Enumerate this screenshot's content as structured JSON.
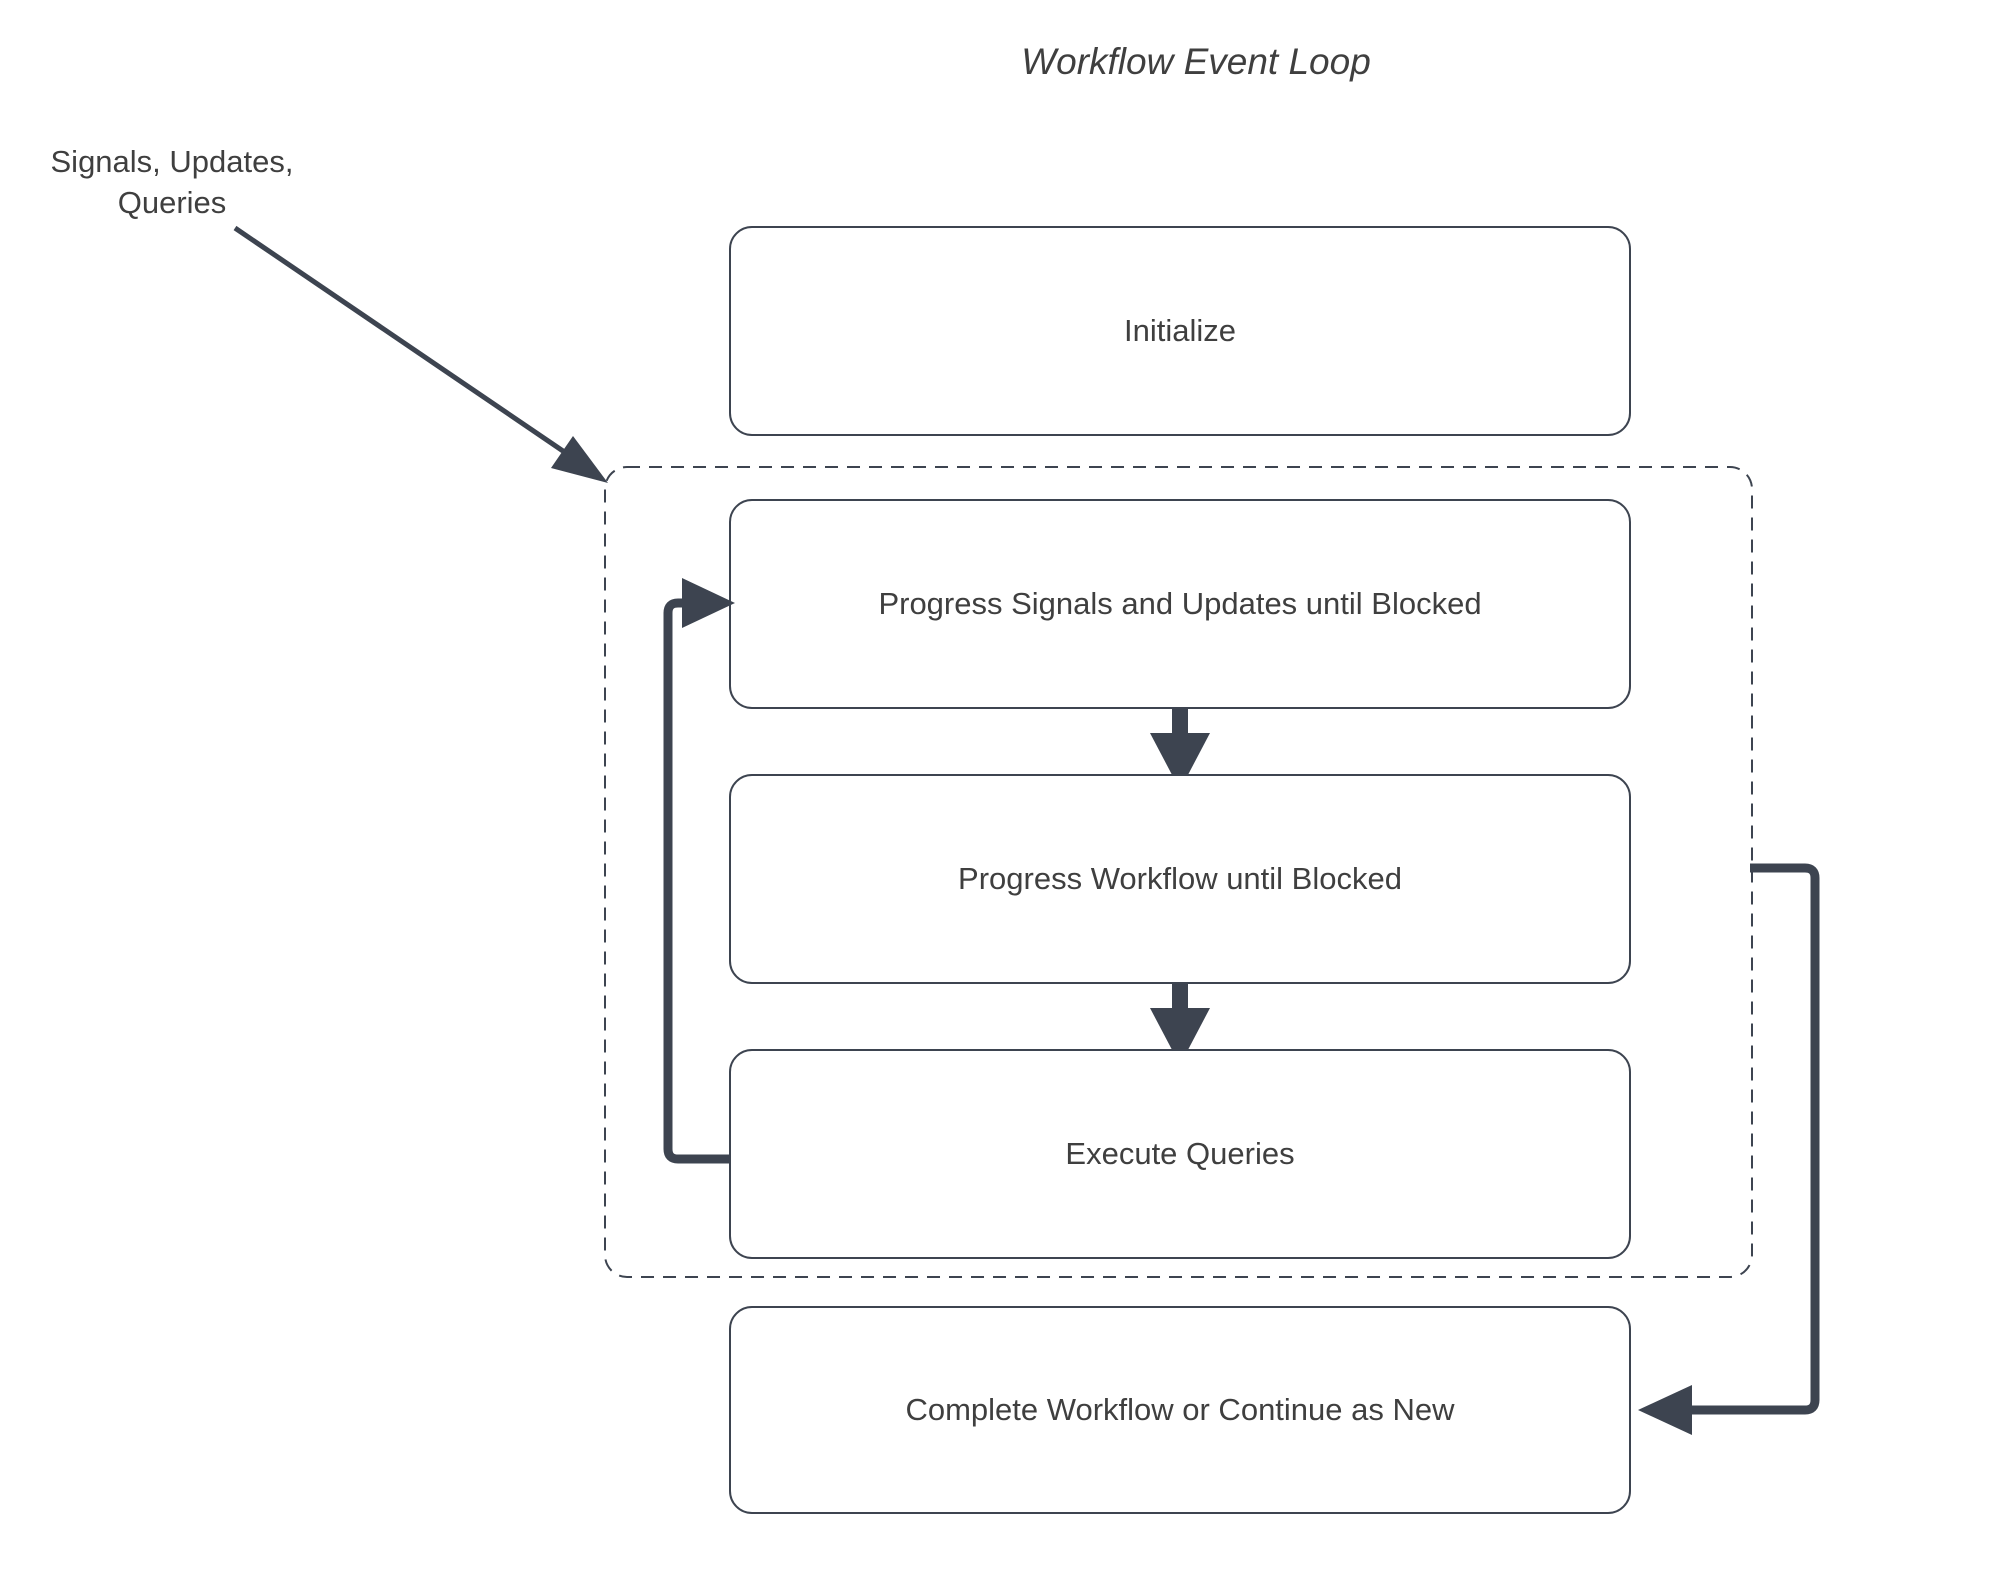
{
  "diagram": {
    "title": "Workflow Event Loop",
    "type": "flowchart",
    "background": "#ffffff",
    "stroke_color": "#3d4450",
    "text_color": "#3f3f3f",
    "external_input": {
      "label_line_1": "Signals, Updates,",
      "label_line_2": "Queries",
      "target": "event-loop-group"
    },
    "nodes": [
      {
        "id": "initialize",
        "label": "Initialize"
      },
      {
        "id": "progress-signals",
        "label": "Progress Signals and Updates until Blocked"
      },
      {
        "id": "progress-workflow",
        "label": "Progress Workflow until Blocked"
      },
      {
        "id": "execute-queries",
        "label": "Execute Queries"
      },
      {
        "id": "complete-workflow",
        "label": "Complete Workflow or Continue as New"
      }
    ],
    "group": {
      "id": "event-loop-group",
      "style": "dashed",
      "members": [
        "progress-signals",
        "progress-workflow",
        "execute-queries"
      ]
    },
    "edges": [
      {
        "from": "external-input",
        "to": "event-loop-group",
        "style": "thin-arrow"
      },
      {
        "from": "progress-signals",
        "to": "progress-workflow",
        "style": "arrow-down"
      },
      {
        "from": "progress-workflow",
        "to": "execute-queries",
        "style": "arrow-down"
      },
      {
        "from": "execute-queries",
        "to": "progress-signals",
        "style": "loop-back-left"
      },
      {
        "from": "progress-workflow",
        "to": "complete-workflow",
        "style": "loop-right"
      }
    ]
  }
}
